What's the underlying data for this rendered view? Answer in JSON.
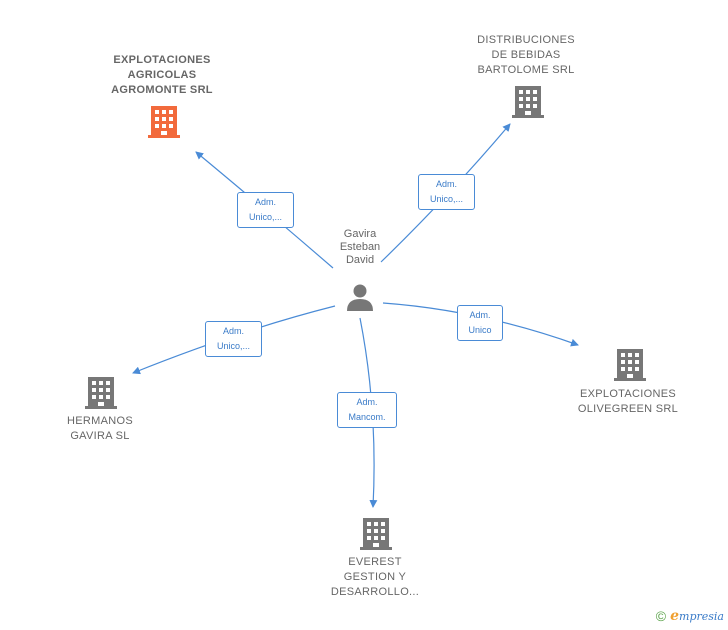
{
  "center": {
    "name_lines": [
      "Gavira",
      "Esteban",
      "David"
    ],
    "icon": "person-icon"
  },
  "nodes": [
    {
      "id": "agromonte",
      "lines": [
        "EXPLOTACIONES",
        "AGRICOLAS",
        "AGROMONTE SRL"
      ],
      "icon": "building-icon",
      "color": "#f26a3c",
      "highlight": true
    },
    {
      "id": "bartolome",
      "lines": [
        "DISTRIBUCIONES",
        "DE BEBIDAS",
        "BARTOLOME SRL"
      ],
      "icon": "building-icon",
      "color": "#777777",
      "highlight": false
    },
    {
      "id": "olivegreen",
      "lines": [
        "EXPLOTACIONES",
        "OLIVEGREEN SRL"
      ],
      "icon": "building-icon",
      "color": "#777777",
      "highlight": false
    },
    {
      "id": "everest",
      "lines": [
        "EVEREST",
        "GESTION Y",
        "DESARROLLO..."
      ],
      "icon": "building-icon",
      "color": "#777777",
      "highlight": false
    },
    {
      "id": "hermanos",
      "lines": [
        "HERMANOS",
        "GAVIRA SL"
      ],
      "icon": "building-icon",
      "color": "#777777",
      "highlight": false
    }
  ],
  "edges": [
    {
      "to": "agromonte",
      "label": [
        "Adm.",
        "Unico,..."
      ]
    },
    {
      "to": "bartolome",
      "label": [
        "Adm.",
        "Unico,..."
      ]
    },
    {
      "to": "olivegreen",
      "label": [
        "Adm.",
        "Unico"
      ]
    },
    {
      "to": "everest",
      "label": [
        "Adm.",
        "Mancom."
      ]
    },
    {
      "to": "hermanos",
      "label": [
        "Adm.",
        "Unico,..."
      ]
    }
  ],
  "colors": {
    "edge": "#4a8bd6",
    "building": "#777777",
    "highlight": "#f26a3c",
    "person": "#777777"
  },
  "footer": {
    "copyright": "©",
    "brand_initial": "e",
    "brand_rest": "mpresia"
  }
}
